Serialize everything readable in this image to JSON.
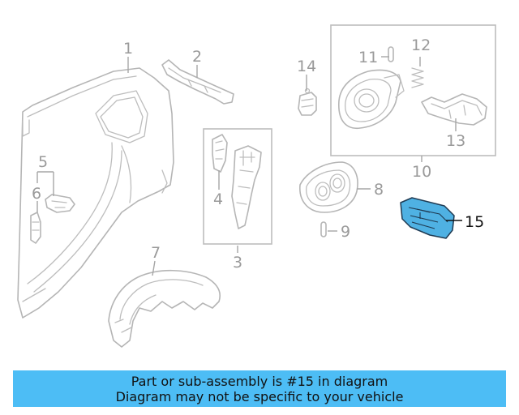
{
  "diagram": {
    "callouts": {
      "c1": "1",
      "c2": "2",
      "c3": "3",
      "c4": "4",
      "c5": "5",
      "c6": "6",
      "c7": "7",
      "c8": "8",
      "c9": "9",
      "c10": "10",
      "c11": "11",
      "c12": "12",
      "c13": "13",
      "c14": "14",
      "c15": "15"
    },
    "highlighted_part": "15",
    "highlight_color": "#4fb1e3"
  },
  "banner": {
    "line1": "Part or sub-assembly is #15 in diagram",
    "line2": "Diagram may not be specific to your vehicle",
    "background": "#4dbdf5"
  }
}
